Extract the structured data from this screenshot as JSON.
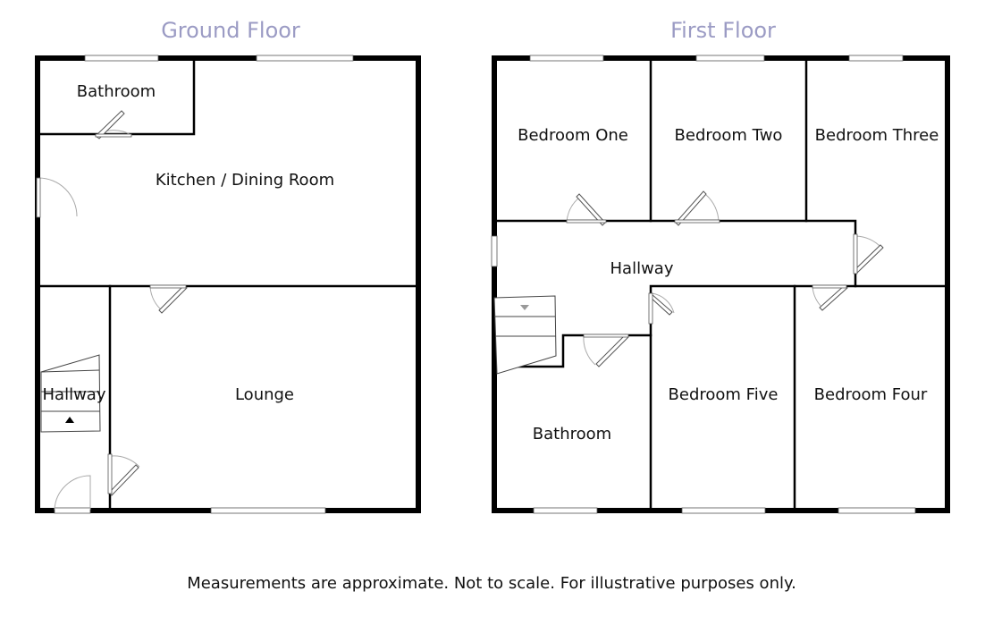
{
  "floors": {
    "ground": {
      "title": "Ground Floor",
      "rooms": {
        "bathroom": "Bathroom",
        "kitchen": "Kitchen / Dining Room",
        "hallway": "Hallway",
        "lounge": "Lounge"
      }
    },
    "first": {
      "title": "First Floor",
      "rooms": {
        "bedroom_one": "Bedroom One",
        "bedroom_two": "Bedroom Two",
        "bedroom_three": "Bedroom Three",
        "hallway": "Hallway",
        "bathroom": "Bathroom",
        "bedroom_five": "Bedroom Five",
        "bedroom_four": "Bedroom Four"
      }
    }
  },
  "disclaimer": "Measurements are approximate. Not to scale. For illustrative purposes only.",
  "colors": {
    "title": "#9b9bc4",
    "wall": "#000000",
    "text": "#111111"
  }
}
